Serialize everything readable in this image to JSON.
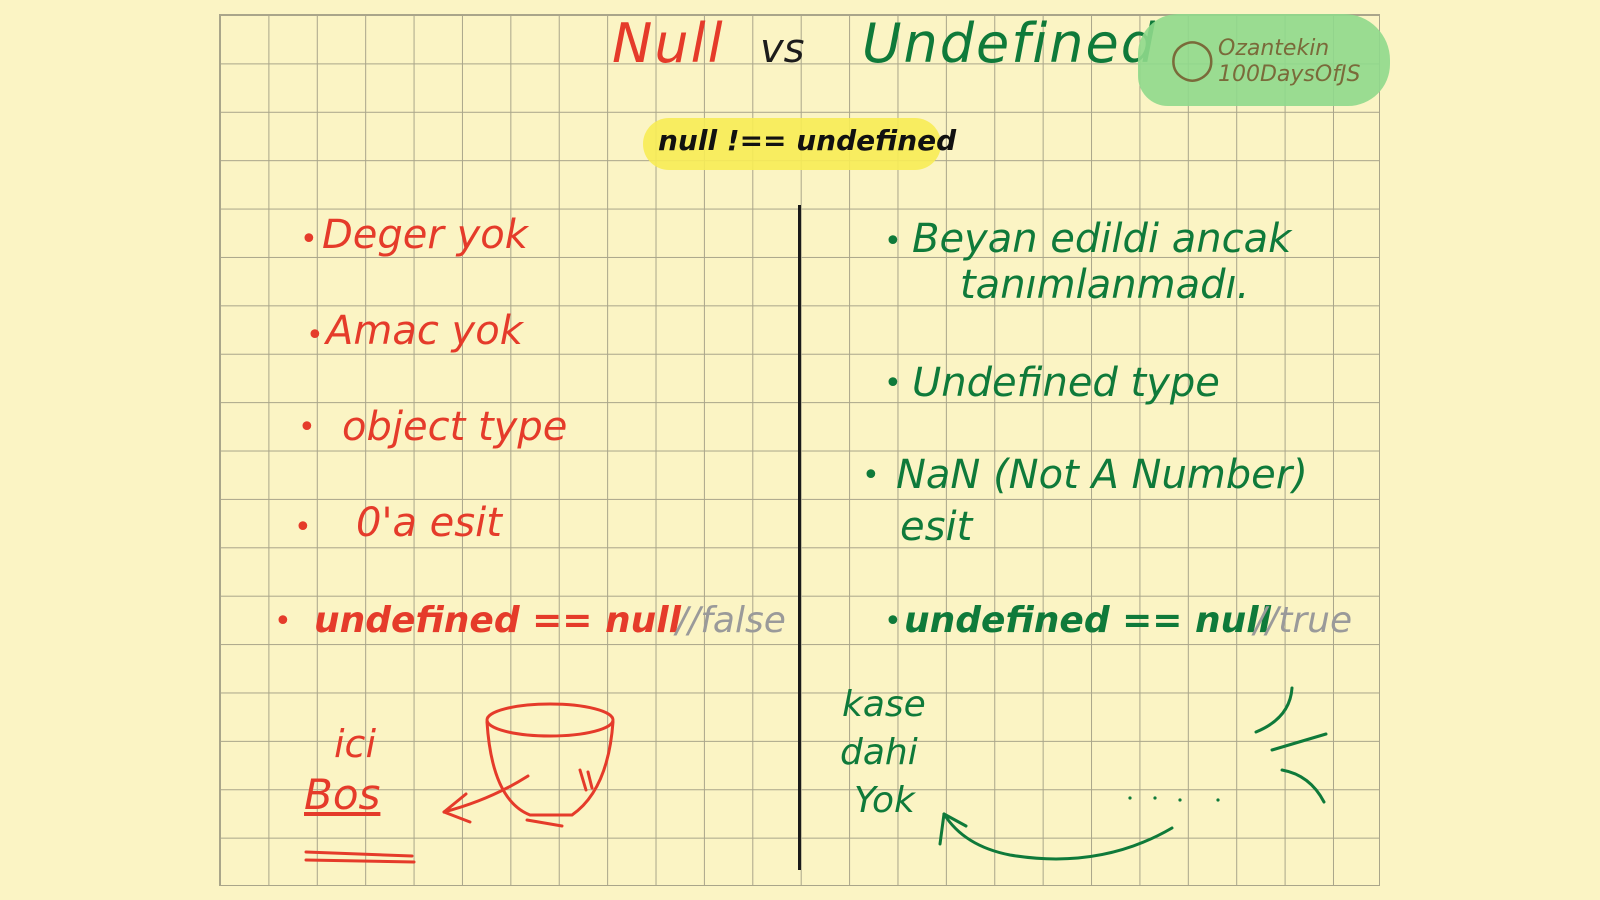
{
  "title": {
    "null_word": "Null",
    "vs": "vs",
    "undefined_word": "Undefined"
  },
  "badge": {
    "line1": "Ozantekin",
    "line2": "100DaysOfJS",
    "icon": "github-cat-icon"
  },
  "formula": "null !== undefined",
  "left": {
    "items": [
      {
        "text": "Deger yok"
      },
      {
        "text": "Amac yok"
      },
      {
        "text": "object type"
      },
      {
        "text": "0'a esit"
      }
    ],
    "compare": {
      "code": "undefined == null",
      "comment": "//false"
    },
    "drawing_label_1": "ici",
    "drawing_label_2": "Bos"
  },
  "right": {
    "items": [
      {
        "line1": "Beyan edildi ancak",
        "line2": "tanımlanmadı."
      },
      {
        "line1": "Undefined type"
      },
      {
        "line1": "NaN (Not A Number)",
        "line2": "esit"
      }
    ],
    "compare": {
      "code": "undefined == null",
      "comment": "//true"
    },
    "drawing_label_1": "kase",
    "drawing_label_2": "dahi",
    "drawing_label_3": "Yok"
  },
  "colors": {
    "null": "#e53b2a",
    "undefined": "#0f7a3a",
    "comment": "#9a9a9a",
    "highlight": "#f7ec55",
    "badge": "#8fd98c"
  }
}
